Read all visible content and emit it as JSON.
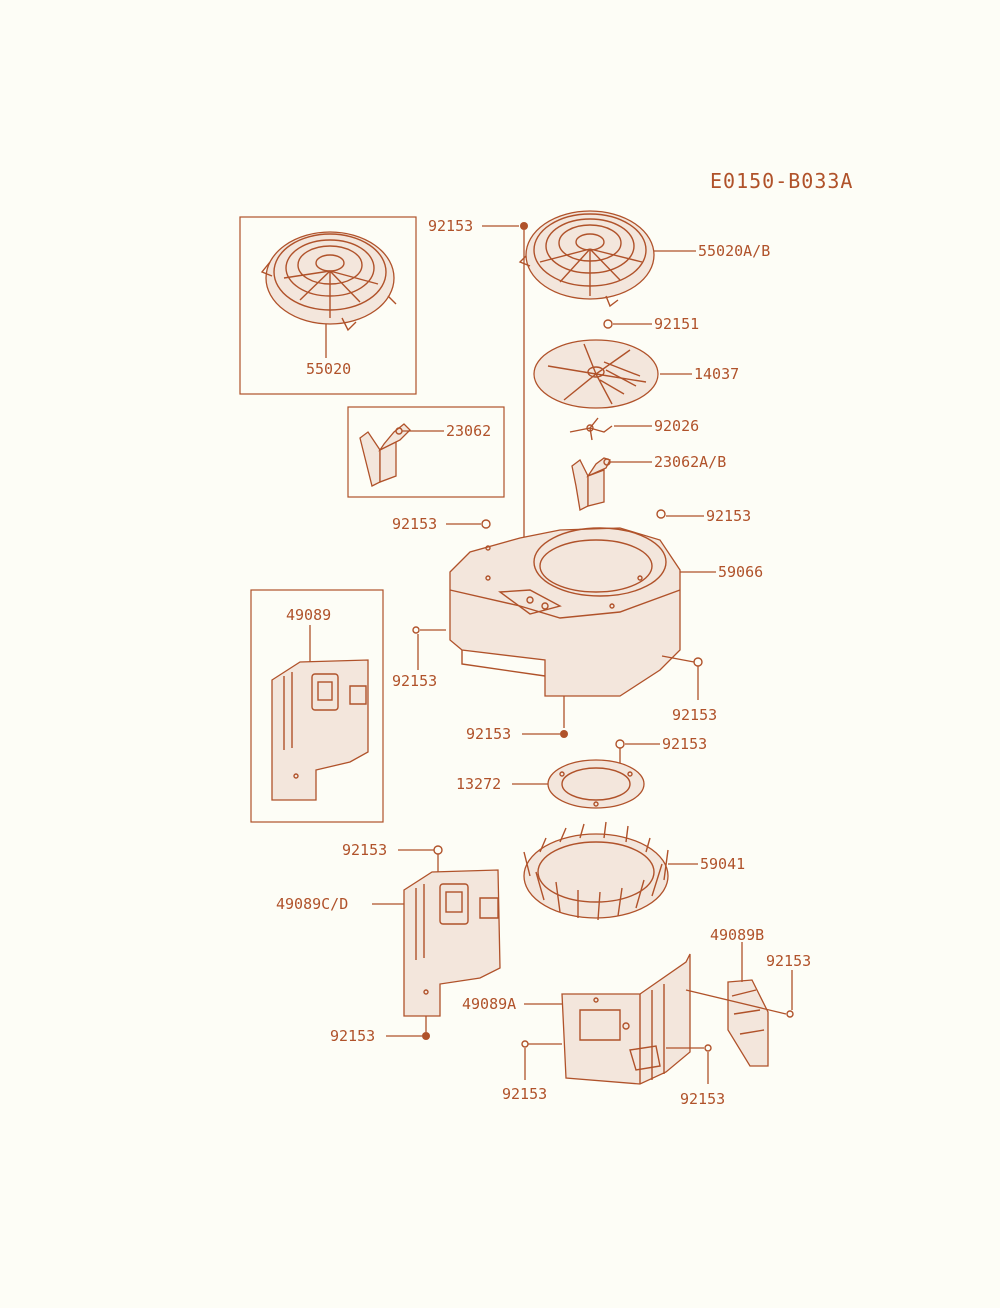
{
  "diagram": {
    "code": "E0150-B033A",
    "accent_color": "#b0522a",
    "labels": {
      "l55020": "55020",
      "l92153_top": "92153",
      "l55020ab": "55020A/B",
      "l92151": "92151",
      "l14037": "14037",
      "l23062": "23062",
      "l92026": "92026",
      "l23062ab": "23062A/B",
      "l92153_l1": "92153",
      "l92153_r1": "92153",
      "l59066": "59066",
      "l49089": "49089",
      "l92153_l2": "92153",
      "l92153_r2": "92153",
      "l92153_c1": "92153",
      "l92153_c2": "92153",
      "l13272": "13272",
      "l92153_c3": "92153",
      "l59041": "59041",
      "l49089cd": "49089C/D",
      "l49089b": "49089B",
      "l92153_b1": "92153",
      "l49089a": "49089A",
      "l92153_b2": "92153",
      "l92153_b3": "92153",
      "l92153_b4": "92153"
    }
  }
}
